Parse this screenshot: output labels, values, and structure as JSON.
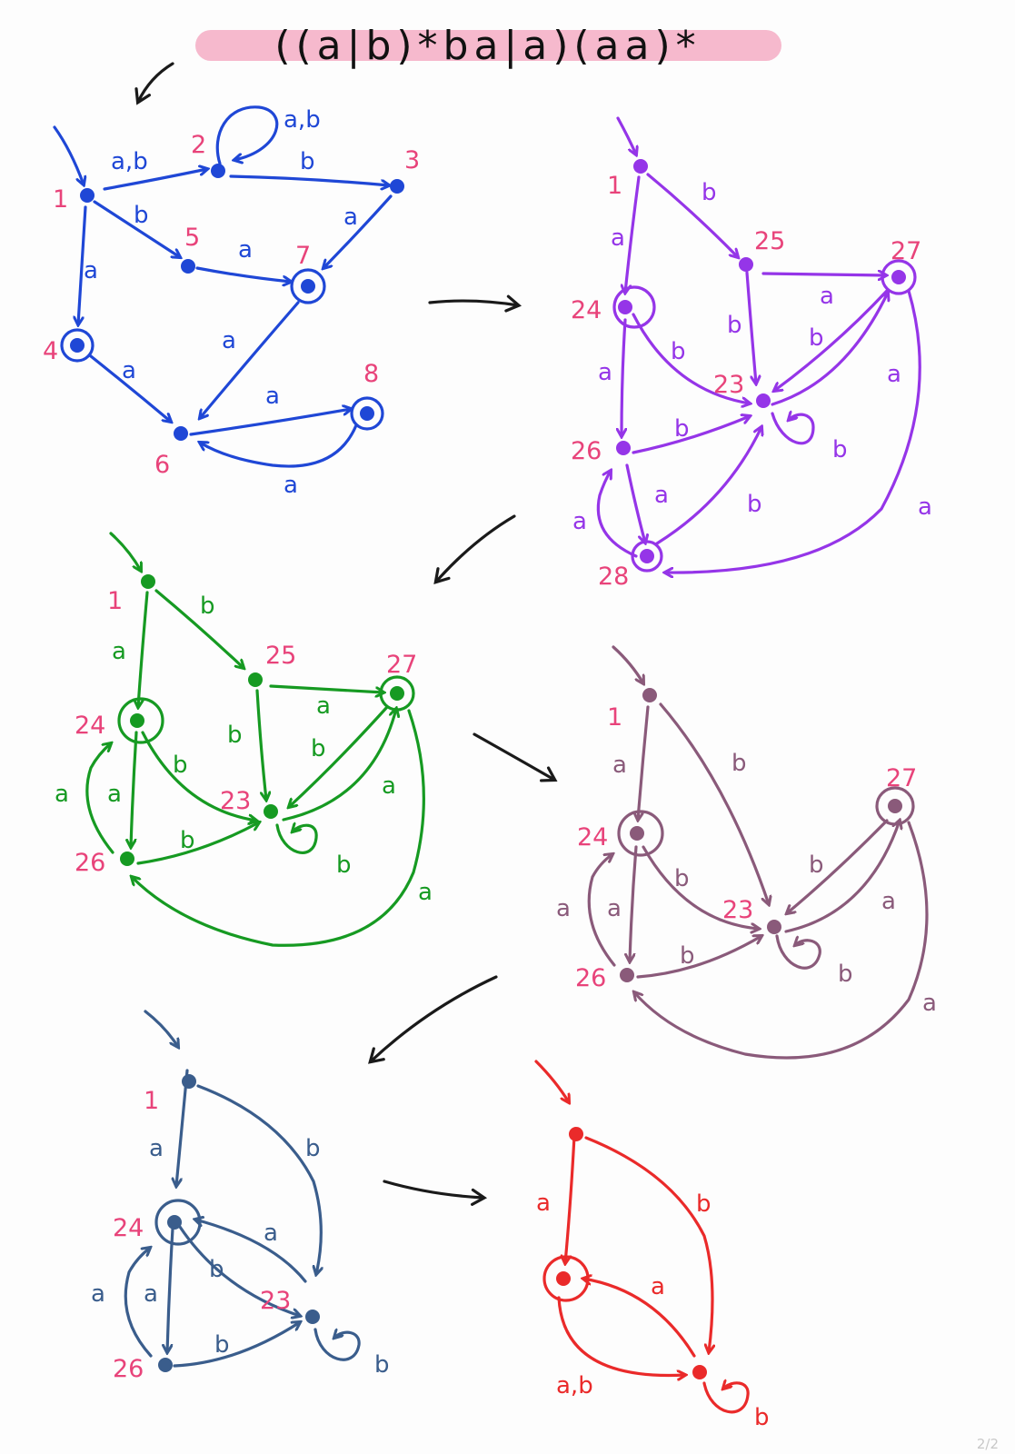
{
  "regex": "((a|b)*ba|a)(aa)*",
  "page_indicator": "2/2",
  "colors": {
    "banner": "#f6b9cd",
    "state_numbers": "#e8437a",
    "nfa": "#1f47d6",
    "dfa": "#9535e8",
    "dfa_min_step": "#169a22",
    "trimmed": "#8a5a7a",
    "merged": "#3a5d8c",
    "final": "#ea2a2a",
    "arrows": "#1a1a1a"
  },
  "nfa": {
    "states": [
      "1",
      "2",
      "3",
      "4",
      "5",
      "6",
      "7",
      "8"
    ],
    "edge_labels": {
      "e12": "a,b",
      "e22": "a,b",
      "e23": "b",
      "e15": "b",
      "e14": "a",
      "e57": "a",
      "e37": "a",
      "e46": "a",
      "e76": "a",
      "e68": "a",
      "e86": "a"
    }
  },
  "dfa": {
    "states": [
      "1",
      "25",
      "27",
      "24",
      "23",
      "26",
      "28"
    ],
    "edge_labels": {
      "b": "b",
      "a": "a"
    }
  },
  "step3": {
    "states": [
      "1",
      "25",
      "27",
      "24",
      "23",
      "26"
    ],
    "edge_labels": {
      "b": "b",
      "a": "a"
    }
  },
  "step4": {
    "states": [
      "1",
      "27",
      "24",
      "23",
      "26"
    ],
    "edge_labels": {
      "b": "b",
      "a": "a"
    }
  },
  "step5": {
    "states": [
      "1",
      "24",
      "23",
      "26"
    ],
    "edge_labels": {
      "b": "b",
      "a": "a"
    }
  },
  "final": {
    "edge_labels": {
      "a": "a",
      "b": "b",
      "ab": "a,b"
    }
  }
}
